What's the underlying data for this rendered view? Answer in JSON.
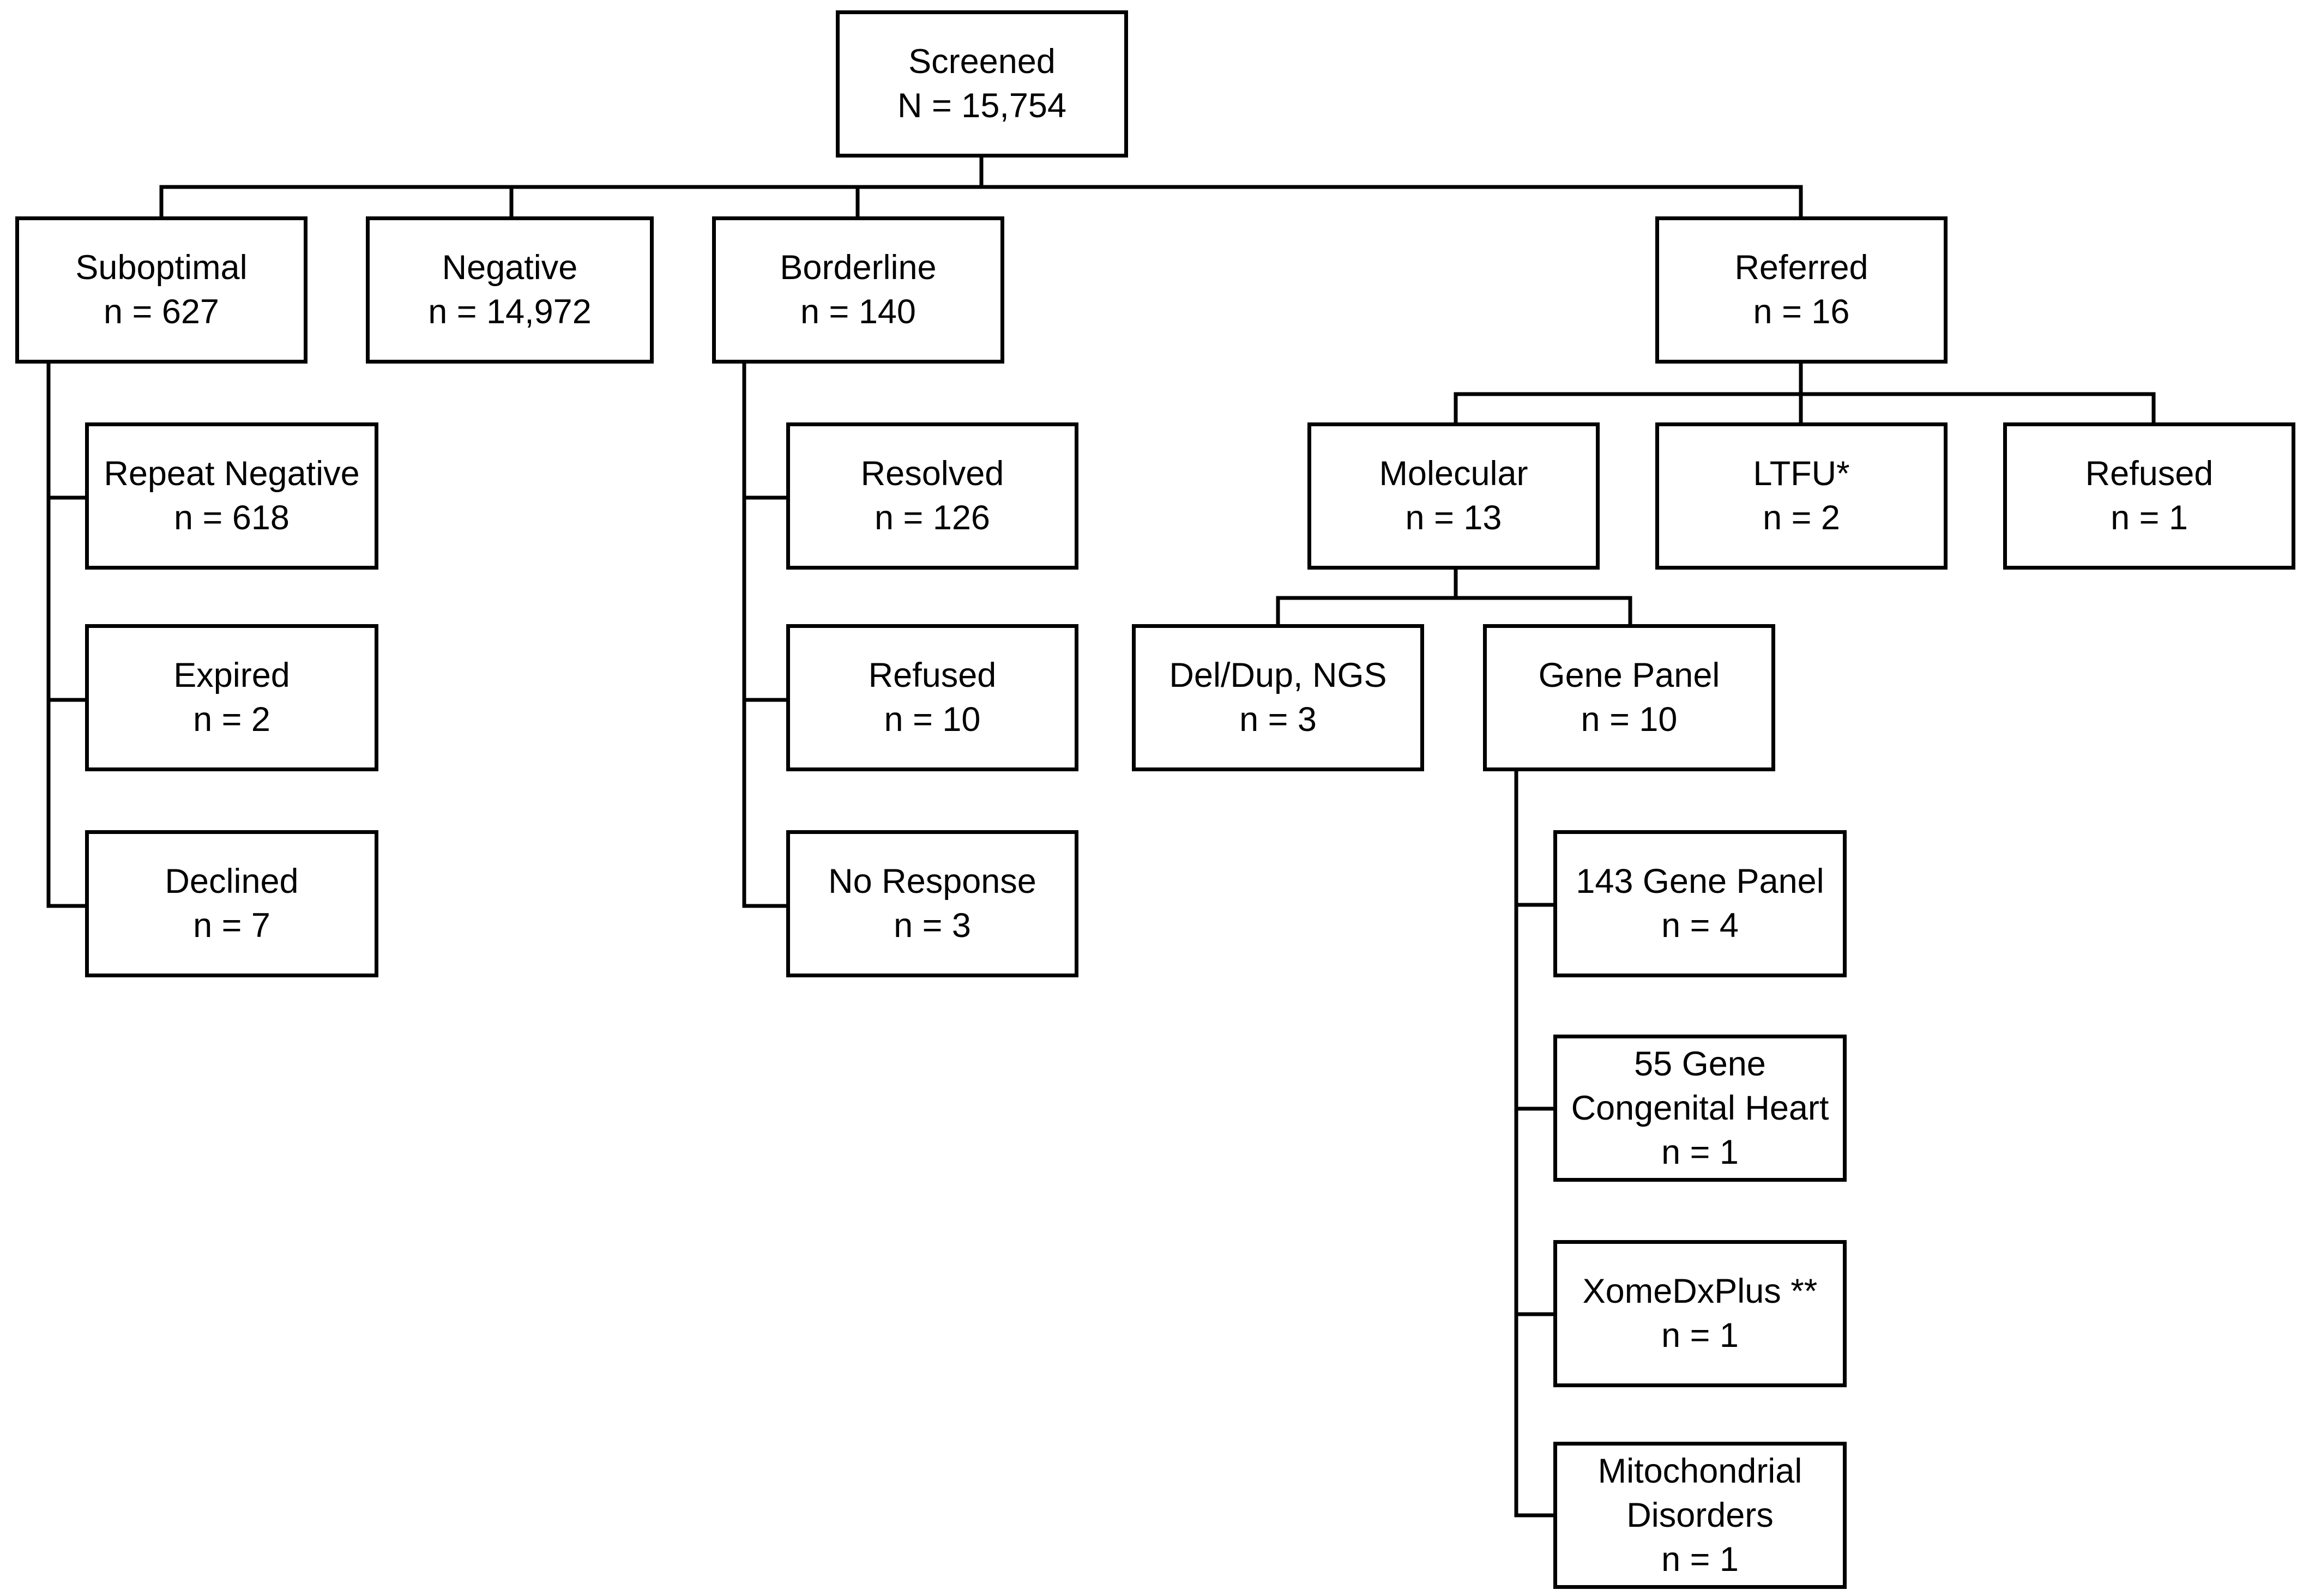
{
  "nodes": {
    "screened": [
      "Screened",
      "N = 15,754"
    ],
    "suboptimal": [
      "Suboptimal",
      "n = 627"
    ],
    "negative": [
      "Negative",
      "n = 14,972"
    ],
    "borderline": [
      "Borderline",
      "n = 140"
    ],
    "referred": [
      "Referred",
      "n = 16"
    ],
    "repeat_negative": [
      "Repeat Negative",
      "n = 618"
    ],
    "expired": [
      "Expired",
      "n = 2"
    ],
    "declined": [
      "Declined",
      "n = 7"
    ],
    "resolved": [
      "Resolved",
      "n = 126"
    ],
    "borderline_refused": [
      "Refused",
      "n = 10"
    ],
    "no_response": [
      "No Response",
      "n = 3"
    ],
    "molecular": [
      "Molecular",
      "n = 13"
    ],
    "ltfu": [
      "LTFU*",
      "n = 2"
    ],
    "referred_refused": [
      "Refused",
      "n = 1"
    ],
    "deldup_ngs": [
      "Del/Dup, NGS",
      "n = 3"
    ],
    "gene_panel": [
      "Gene Panel",
      "n = 10"
    ],
    "gene_panel_143": [
      "143 Gene Panel",
      "n = 4"
    ],
    "congenital_heart_55": [
      "55 Gene",
      "Congenital Heart",
      "n = 1"
    ],
    "xomedxplus": [
      "XomeDxPlus **",
      "n = 1"
    ],
    "mitochondrial": [
      "Mitochondrial",
      "Disorders",
      "n = 1"
    ]
  }
}
